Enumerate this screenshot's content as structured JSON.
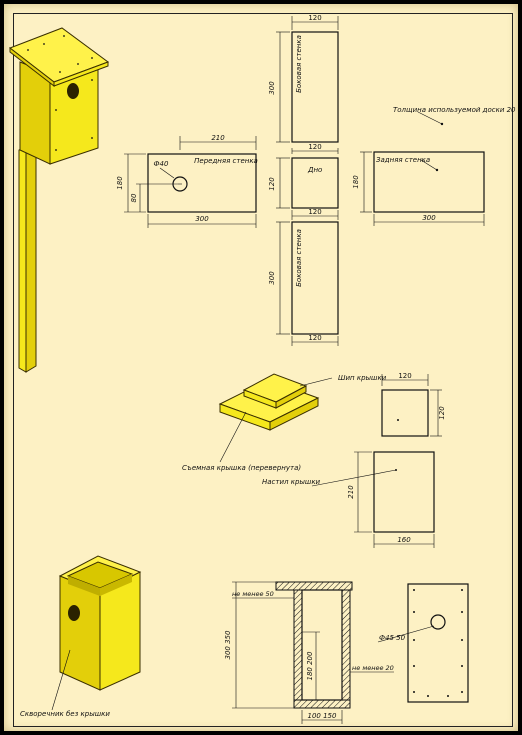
{
  "labels": {
    "side_wall": "Боковая стенка",
    "front_wall": "Передняя стенка",
    "bottom": "Дно",
    "back_wall": "Задняя стенка",
    "board_thickness": "Толщина используемой доски 20 mm",
    "lid_spike": "Шип крышки",
    "lid_assembled": "Съемная крышка (перевернута)",
    "lid_top": "Настил крышки",
    "box_without_lid": "Скворечник без крышки"
  },
  "dims": {
    "side_top_w": "120",
    "side_top_h": "300",
    "front_hole_off": "210",
    "front_hole_dia": "Ф40",
    "front_h": "180",
    "front_hole_h": "80",
    "front_w": "300",
    "bottom_w": "120",
    "bottom_h": "120",
    "bottom_w2": "120",
    "back_h": "180",
    "back_w": "300",
    "side_bot_h": "300",
    "side_bot_w": "120",
    "spike_w": "120",
    "spike_h": "120",
    "top_h": "210",
    "top_w": "160",
    "sec_min50": "не менее 50",
    "sec_h": "300  350",
    "sec_inner": "180  200",
    "sec_min20": "не менее 20",
    "sec_w": "100  150",
    "hole_dia": "Ф45  50"
  }
}
